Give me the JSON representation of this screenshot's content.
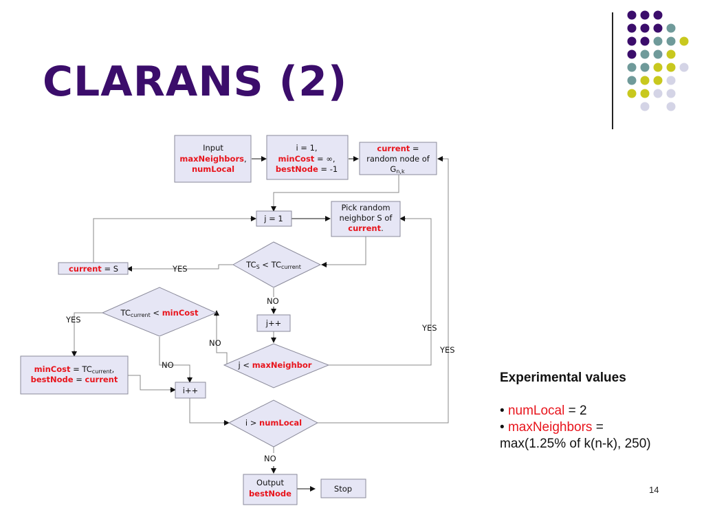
{
  "slide": {
    "title": "CLARANS (2)",
    "page_number": "14"
  },
  "flow": {
    "input": {
      "l1": "Input",
      "l2": "maxNeighbors",
      "l2b": ",",
      "l3": "numLocal"
    },
    "init": {
      "l1": "i = 1,",
      "l2a": "minCost",
      "l2b": " = ∞,",
      "l3a": "bestNode",
      "l3b": " = -1"
    },
    "current": {
      "l1a": "current",
      "l1b": " =",
      "l2": "random node of",
      "l3": "G",
      "l3sub": "n,k"
    },
    "j1": "j = 1",
    "pick": {
      "l1": "Pick random",
      "l2": "neighbor S of",
      "l3a": "current",
      "l3b": "."
    },
    "d_tc": {
      "a": "TC",
      "asub": "S",
      "b": " < TC",
      "bsub": "current"
    },
    "assign": {
      "a": "current",
      "b": " = S"
    },
    "jinc": "j++",
    "d_min": {
      "a": "TC",
      "asub": "current",
      "b": " < ",
      "c": "minCost"
    },
    "d_j": {
      "a": "j < ",
      "b": "maxNeighbor"
    },
    "update": {
      "l1a": "minCost",
      "l1b": " = TC",
      "l1sub": "current",
      "l1c": ",",
      "l2a": "bestNode",
      "l2b": " = ",
      "l2c": "current"
    },
    "iinc": "i++",
    "d_i": {
      "a": "i > ",
      "b": "numLocal"
    },
    "output": {
      "l1": "Output",
      "l2": "bestNode"
    },
    "stop": "Stop",
    "labels": {
      "yes": "YES",
      "no": "NO"
    }
  },
  "experimental": {
    "title": "Experimental values",
    "bullet": "•",
    "item1_key": "numLocal",
    "item1_val": " = 2",
    "item2_key": "maxNeighbors",
    "item2_val": " =",
    "item2_cont": "max(1.25% of k(n-k), 250)"
  },
  "colors": {
    "title": "#3B0D6B",
    "highlight": "#E8141C",
    "node_fill": "#E6E6F5",
    "node_stroke": "#8A8A9A",
    "dot_purple": "#3B0D6B",
    "dot_teal": "#6F9A9A",
    "dot_yellow": "#C8C81E",
    "dot_lavender": "#D4D4E6"
  },
  "decor": {
    "dot_rows": [
      [
        "p",
        "p",
        "p"
      ],
      [
        "p",
        "p",
        "p",
        "t"
      ],
      [
        "p",
        "p",
        "t",
        "t",
        "y"
      ],
      [
        "p",
        "t",
        "t",
        "y"
      ],
      [
        "t",
        "t",
        "y",
        "y",
        "l"
      ],
      [
        "t",
        "y",
        "y",
        "l"
      ],
      [
        "y",
        "y",
        "l",
        "l"
      ],
      [
        "l",
        "l"
      ]
    ]
  }
}
